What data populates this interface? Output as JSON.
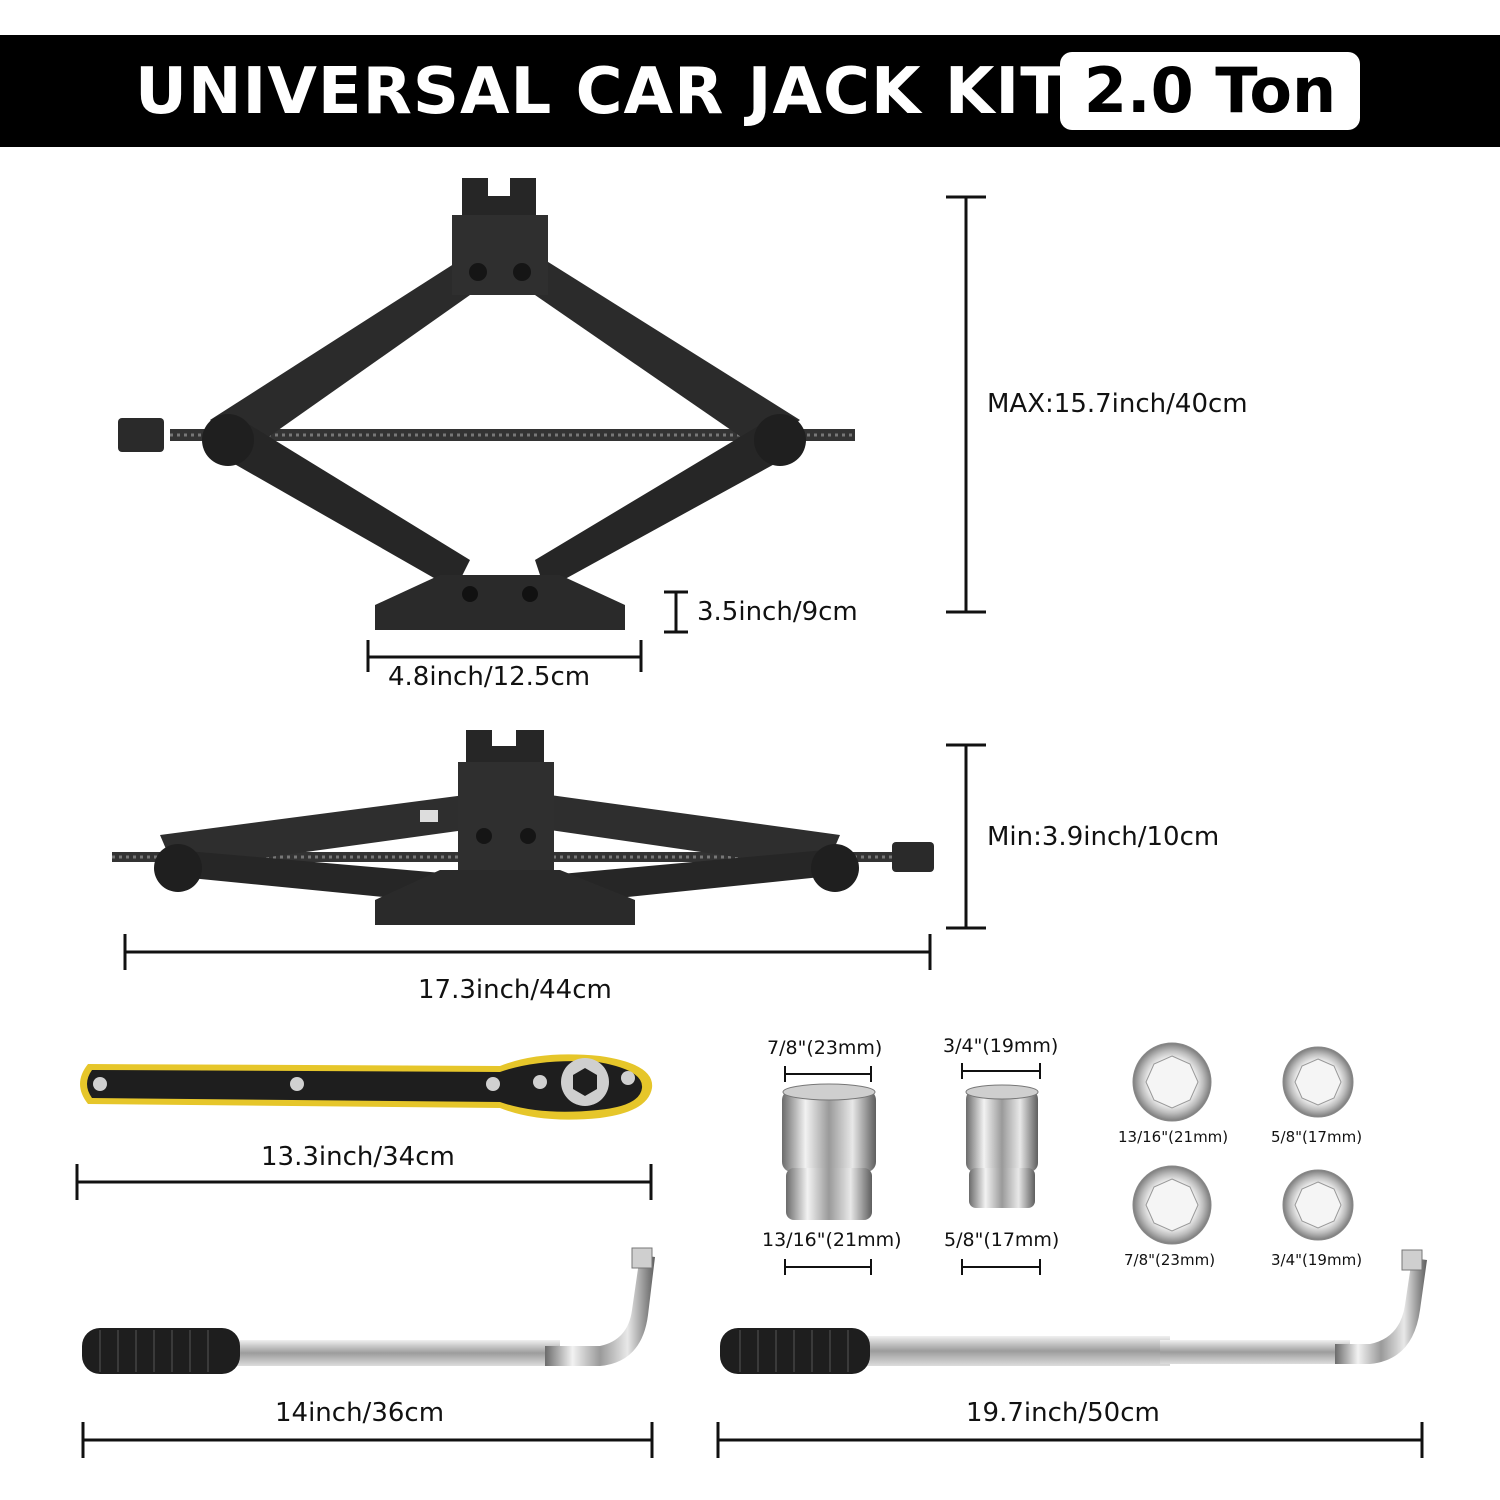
{
  "header": {
    "title": "UNIVERSAL CAR JACK KIT",
    "badge": "2.0 Ton"
  },
  "jack_max": {
    "height": "MAX:15.7inch/40cm",
    "base_height": "3.5inch/9cm",
    "base_width": "4.8inch/12.5cm"
  },
  "jack_min": {
    "height": "Min:3.9inch/10cm",
    "length": "17.3inch/44cm"
  },
  "ratchet": {
    "length": "13.3inch/34cm"
  },
  "sockets": {
    "large_top": "7/8\"(23mm)",
    "large_bottom": "13/16\"(21mm)",
    "small_top": "3/4\"(19mm)",
    "small_bottom": "5/8\"(17mm)",
    "face_1": "13/16\"(21mm)",
    "face_2": "5/8\"(17mm)",
    "face_3": "7/8\"(23mm)",
    "face_4": "3/4\"(19mm)"
  },
  "wrench_short": {
    "length": "14inch/36cm"
  },
  "wrench_long": {
    "length": "19.7inch/50cm"
  }
}
